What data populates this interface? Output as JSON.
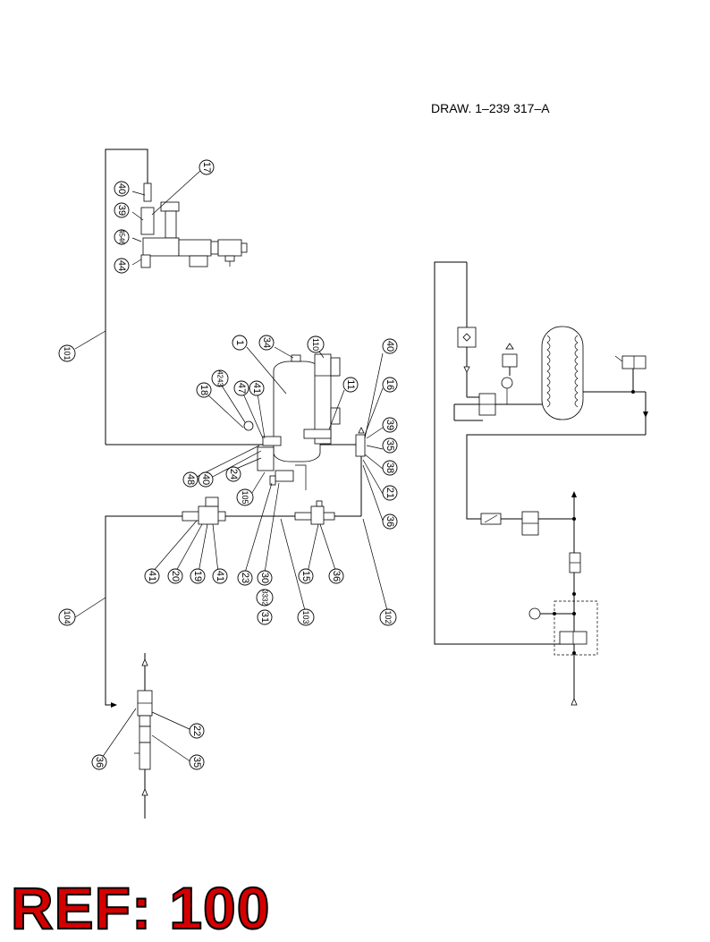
{
  "drawing_number": "DRAW. 1–239 317–A",
  "ref_label": "REF: 100",
  "ref_color": "#d40000",
  "callouts": [
    "17",
    "40",
    "39",
    "4546",
    "44",
    "101",
    "1",
    "34",
    "110",
    "40",
    "11",
    "16",
    "39",
    "35",
    "38",
    "21",
    "36",
    "4243",
    "18",
    "47",
    "41",
    "48",
    "40",
    "24",
    "105",
    "23",
    "30",
    "3332",
    "31",
    "103",
    "102",
    "15",
    "36",
    "41",
    "20",
    "19",
    "41",
    "104",
    "22",
    "36",
    "35"
  ]
}
